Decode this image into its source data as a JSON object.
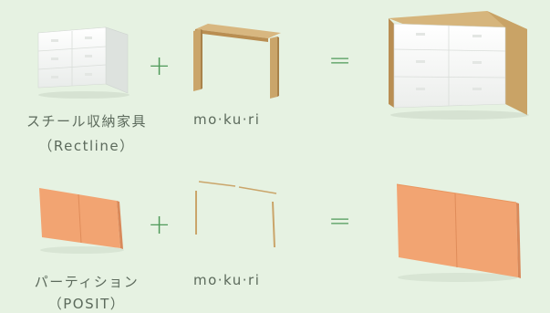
{
  "row1": {
    "item_name": "スチール収納家具",
    "item_sub": "（Rectline）",
    "addon": "mo·ku·ri",
    "plus": "+",
    "equals": "="
  },
  "row2": {
    "item_name": "パーティション",
    "item_sub": "（POSIT）",
    "addon": "mo·ku·ri",
    "plus": "+",
    "equals": "="
  },
  "colors": {
    "background": "#e6f2e2",
    "wood": "#caa56a",
    "panel_orange": "#f2a472",
    "operator_green": "#4f9a5a"
  }
}
